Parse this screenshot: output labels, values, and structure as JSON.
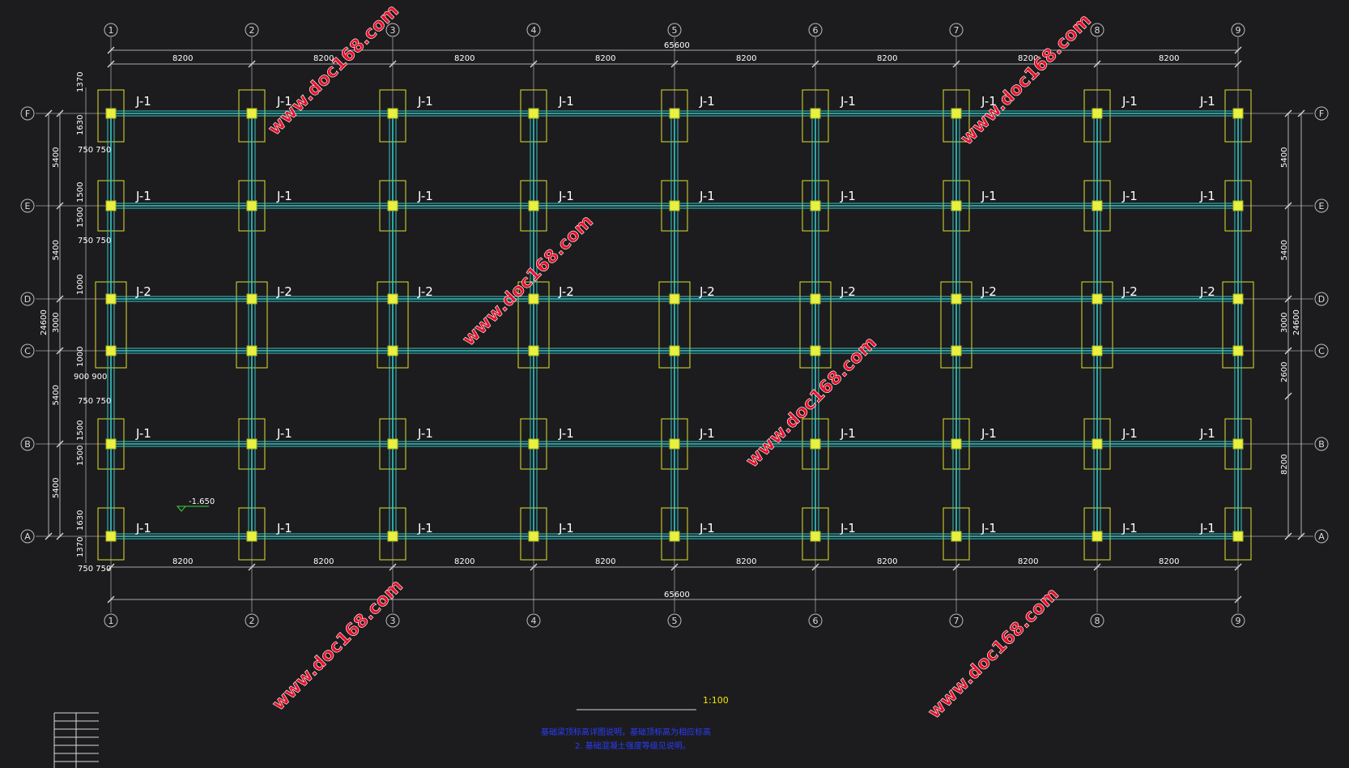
{
  "grid": {
    "columns": [
      "1",
      "2",
      "3",
      "4",
      "5",
      "6",
      "7",
      "8",
      "9"
    ],
    "rows": [
      "F",
      "E",
      "D",
      "C",
      "B",
      "A"
    ]
  },
  "dimensions": {
    "bay_labels": [
      "8200",
      "8200",
      "8200",
      "8200",
      "8200",
      "8200",
      "8200",
      "8200"
    ],
    "total_length": "65600",
    "left_spans": [
      "5400",
      "5400",
      "3000",
      "5400",
      "5400"
    ],
    "left_total": "24600",
    "right_spans_top": [
      "5400",
      "5400",
      "3000"
    ],
    "right_c_b": "2600",
    "right_b_a": "8200",
    "right_total": "24600",
    "f_offsets": [
      "1370",
      "1630"
    ],
    "e_offsets": [
      "1500",
      "1500"
    ],
    "d_offset": "1000",
    "c_offset": "1000",
    "b_offsets": [
      "1500",
      "1500"
    ],
    "a_offsets": [
      "1630",
      "1370"
    ],
    "width_750": "750 750",
    "width_900": "900 900"
  },
  "footing_labels": {
    "j1": "J-1",
    "j2": "J-2"
  },
  "elevation": "-1.650",
  "scale": "1:100",
  "notes": [
    "基础梁顶标高详图说明，基础顶标高为相应标高",
    "2. 基础混凝土强度等级见说明。"
  ],
  "watermark": "www.doc168.com",
  "colors": {
    "background": "#1c1c1e",
    "beam": "#33c8c8",
    "column": "#e8f040",
    "footing": "#e0e030",
    "dim": "#d8d8d8",
    "grid_line": "#a0a0a0"
  }
}
